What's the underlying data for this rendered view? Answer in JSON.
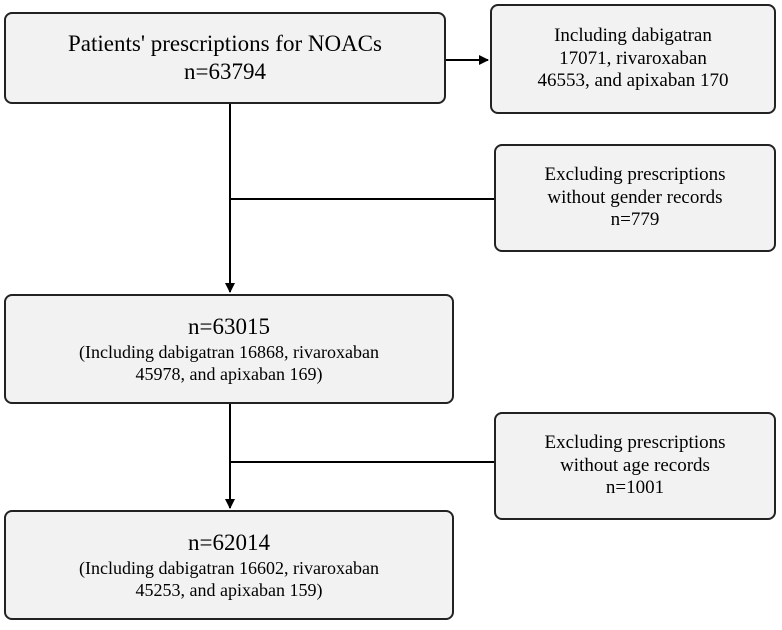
{
  "boxes": {
    "main": {
      "line1": "Patients' prescriptions for NOACs",
      "line2": "n=63794"
    },
    "including": {
      "line1": "Including dabigatran",
      "line2": "17071,  rivaroxaban",
      "line3": "46553, and apixaban 170"
    },
    "exclude_gender": {
      "line1": "Excluding prescriptions",
      "line2": "without gender records",
      "line3": "n=779"
    },
    "n63015": {
      "count": "n=63015",
      "line1": "(Including dabigatran 16868,  rivaroxaban",
      "line2": "45978, and apixaban 169)"
    },
    "exclude_age": {
      "line1": "Excluding prescriptions",
      "line2": "without age records",
      "line3": "n=1001"
    },
    "n62014": {
      "count": "n=62014",
      "line1": "(Including dabigatran 16602,  rivaroxaban",
      "line2": "45253, and apixaban 159)"
    }
  }
}
